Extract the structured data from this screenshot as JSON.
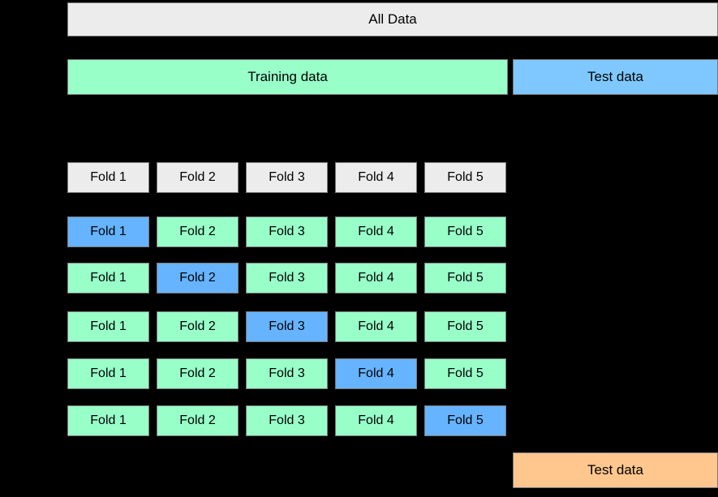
{
  "colors": {
    "background": "#000000",
    "box_gray": "#ececec",
    "box_green": "#99ffc9",
    "box_blue_test": "#7ec8ff",
    "box_blue_fold": "#66b3ff",
    "box_orange": "#ffc78e",
    "border": "#7a7a7a",
    "text": "#000000"
  },
  "all_data": {
    "label": "All Data"
  },
  "train_test_split": {
    "training_label": "Training data",
    "test_label": "Test data"
  },
  "fold_header": {
    "labels": [
      "Fold 1",
      "Fold 2",
      "Fold 3",
      "Fold 4",
      "Fold 5"
    ]
  },
  "cv_rows": [
    {
      "labels": [
        "Fold 1",
        "Fold 2",
        "Fold 3",
        "Fold 4",
        "Fold 5"
      ],
      "validation_fold_index": 0
    },
    {
      "labels": [
        "Fold 1",
        "Fold 2",
        "Fold 3",
        "Fold 4",
        "Fold 5"
      ],
      "validation_fold_index": 1
    },
    {
      "labels": [
        "Fold 1",
        "Fold 2",
        "Fold 3",
        "Fold 4",
        "Fold 5"
      ],
      "validation_fold_index": 2
    },
    {
      "labels": [
        "Fold 1",
        "Fold 2",
        "Fold 3",
        "Fold 4",
        "Fold 5"
      ],
      "validation_fold_index": 3
    },
    {
      "labels": [
        "Fold 1",
        "Fold 2",
        "Fold 3",
        "Fold 4",
        "Fold 5"
      ],
      "validation_fold_index": 4
    }
  ],
  "final_evaluation": {
    "test_label": "Test data"
  }
}
